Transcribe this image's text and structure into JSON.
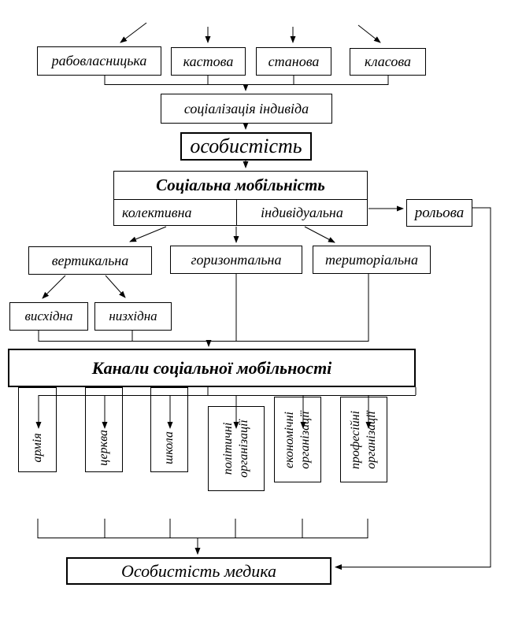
{
  "diagram": {
    "top_row": {
      "slaveholding_label": "рабовласницька",
      "caste_label": "кастова",
      "estate_label": "станова",
      "class_label": "класова"
    },
    "socialization_label": "соціалізація індивіда",
    "personality_label": "особистість",
    "mobility": {
      "title": "Соціальна мобільність",
      "collective_label": "колективна",
      "individual_label": "індивідуальна"
    },
    "role_label": "рольова",
    "directions": {
      "vertical_label": "вертикальна",
      "horizontal_label": "горизонтальна",
      "territorial_label": "територіальна"
    },
    "vertical_types": {
      "ascending_label": "висхідна",
      "descending_label": "низхідна"
    },
    "channels": {
      "title": "Канали соціальної мобільності",
      "army_label": "армія",
      "church_label": "церква",
      "school_label": "школа",
      "political_label": "політичні організації",
      "economic_label": "економічні організації",
      "professional_label": "професійні організації"
    },
    "result_label": "Особистість медика"
  }
}
